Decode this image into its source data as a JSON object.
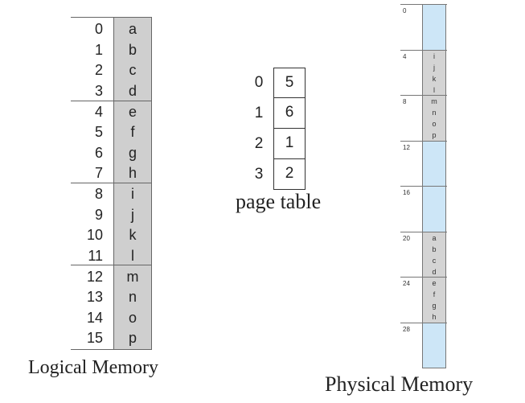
{
  "logical_memory": {
    "caption": "Logical Memory",
    "rows": [
      {
        "index": "0",
        "char": "a"
      },
      {
        "index": "1",
        "char": "b"
      },
      {
        "index": "2",
        "char": "c"
      },
      {
        "index": "3",
        "char": "d"
      },
      {
        "index": "4",
        "char": "e"
      },
      {
        "index": "5",
        "char": "f"
      },
      {
        "index": "6",
        "char": "g"
      },
      {
        "index": "7",
        "char": "h"
      },
      {
        "index": "8",
        "char": "i"
      },
      {
        "index": "9",
        "char": "j"
      },
      {
        "index": "10",
        "char": "k"
      },
      {
        "index": "11",
        "char": "l"
      },
      {
        "index": "12",
        "char": "m"
      },
      {
        "index": "13",
        "char": "n"
      },
      {
        "index": "14",
        "char": "o"
      },
      {
        "index": "15",
        "char": "p"
      }
    ]
  },
  "page_table": {
    "caption": "page table",
    "entries": [
      {
        "page": "0",
        "frame": "5"
      },
      {
        "page": "1",
        "frame": "6"
      },
      {
        "page": "2",
        "frame": "1"
      },
      {
        "page": "3",
        "frame": "2"
      }
    ]
  },
  "physical_memory": {
    "caption": "Physical Memory",
    "frames": [
      {
        "address": "0",
        "chars": []
      },
      {
        "address": "4",
        "chars": [
          "i",
          "j",
          "k",
          "l"
        ]
      },
      {
        "address": "8",
        "chars": [
          "m",
          "n",
          "o",
          "p"
        ]
      },
      {
        "address": "12",
        "chars": []
      },
      {
        "address": "16",
        "chars": []
      },
      {
        "address": "20",
        "chars": [
          "a",
          "b",
          "c",
          "d"
        ]
      },
      {
        "address": "24",
        "chars": [
          "e",
          "f",
          "g",
          "h"
        ]
      },
      {
        "address": "28",
        "chars": []
      }
    ]
  },
  "colors": {
    "used_frame": "#d4d4d4",
    "free_frame": "#cde6f7",
    "logical_fill": "#cfcfcf"
  }
}
